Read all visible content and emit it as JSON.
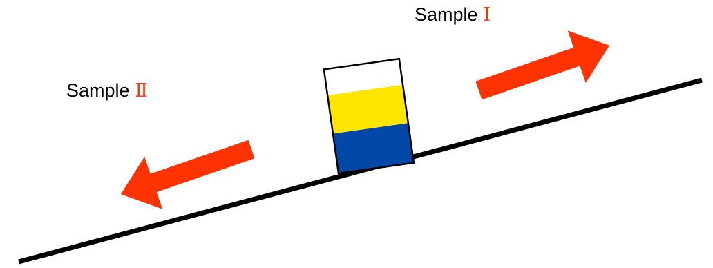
{
  "labels": {
    "sample_1": {
      "text": "Sample",
      "numeral": "Ⅰ"
    },
    "sample_2": {
      "text": "Sample",
      "numeral": "Ⅱ"
    }
  },
  "colors": {
    "ramp": "#000000",
    "arrow": "#ff3300",
    "numeral": "#ff3300",
    "container_outline": "#000000",
    "empty_layer": "#ffffff",
    "top_layer": "#ffe600",
    "bottom_layer": "#0047a8"
  },
  "icons": {
    "right_arrow": "arrow-up-right-icon",
    "left_arrow": "arrow-down-left-icon"
  }
}
